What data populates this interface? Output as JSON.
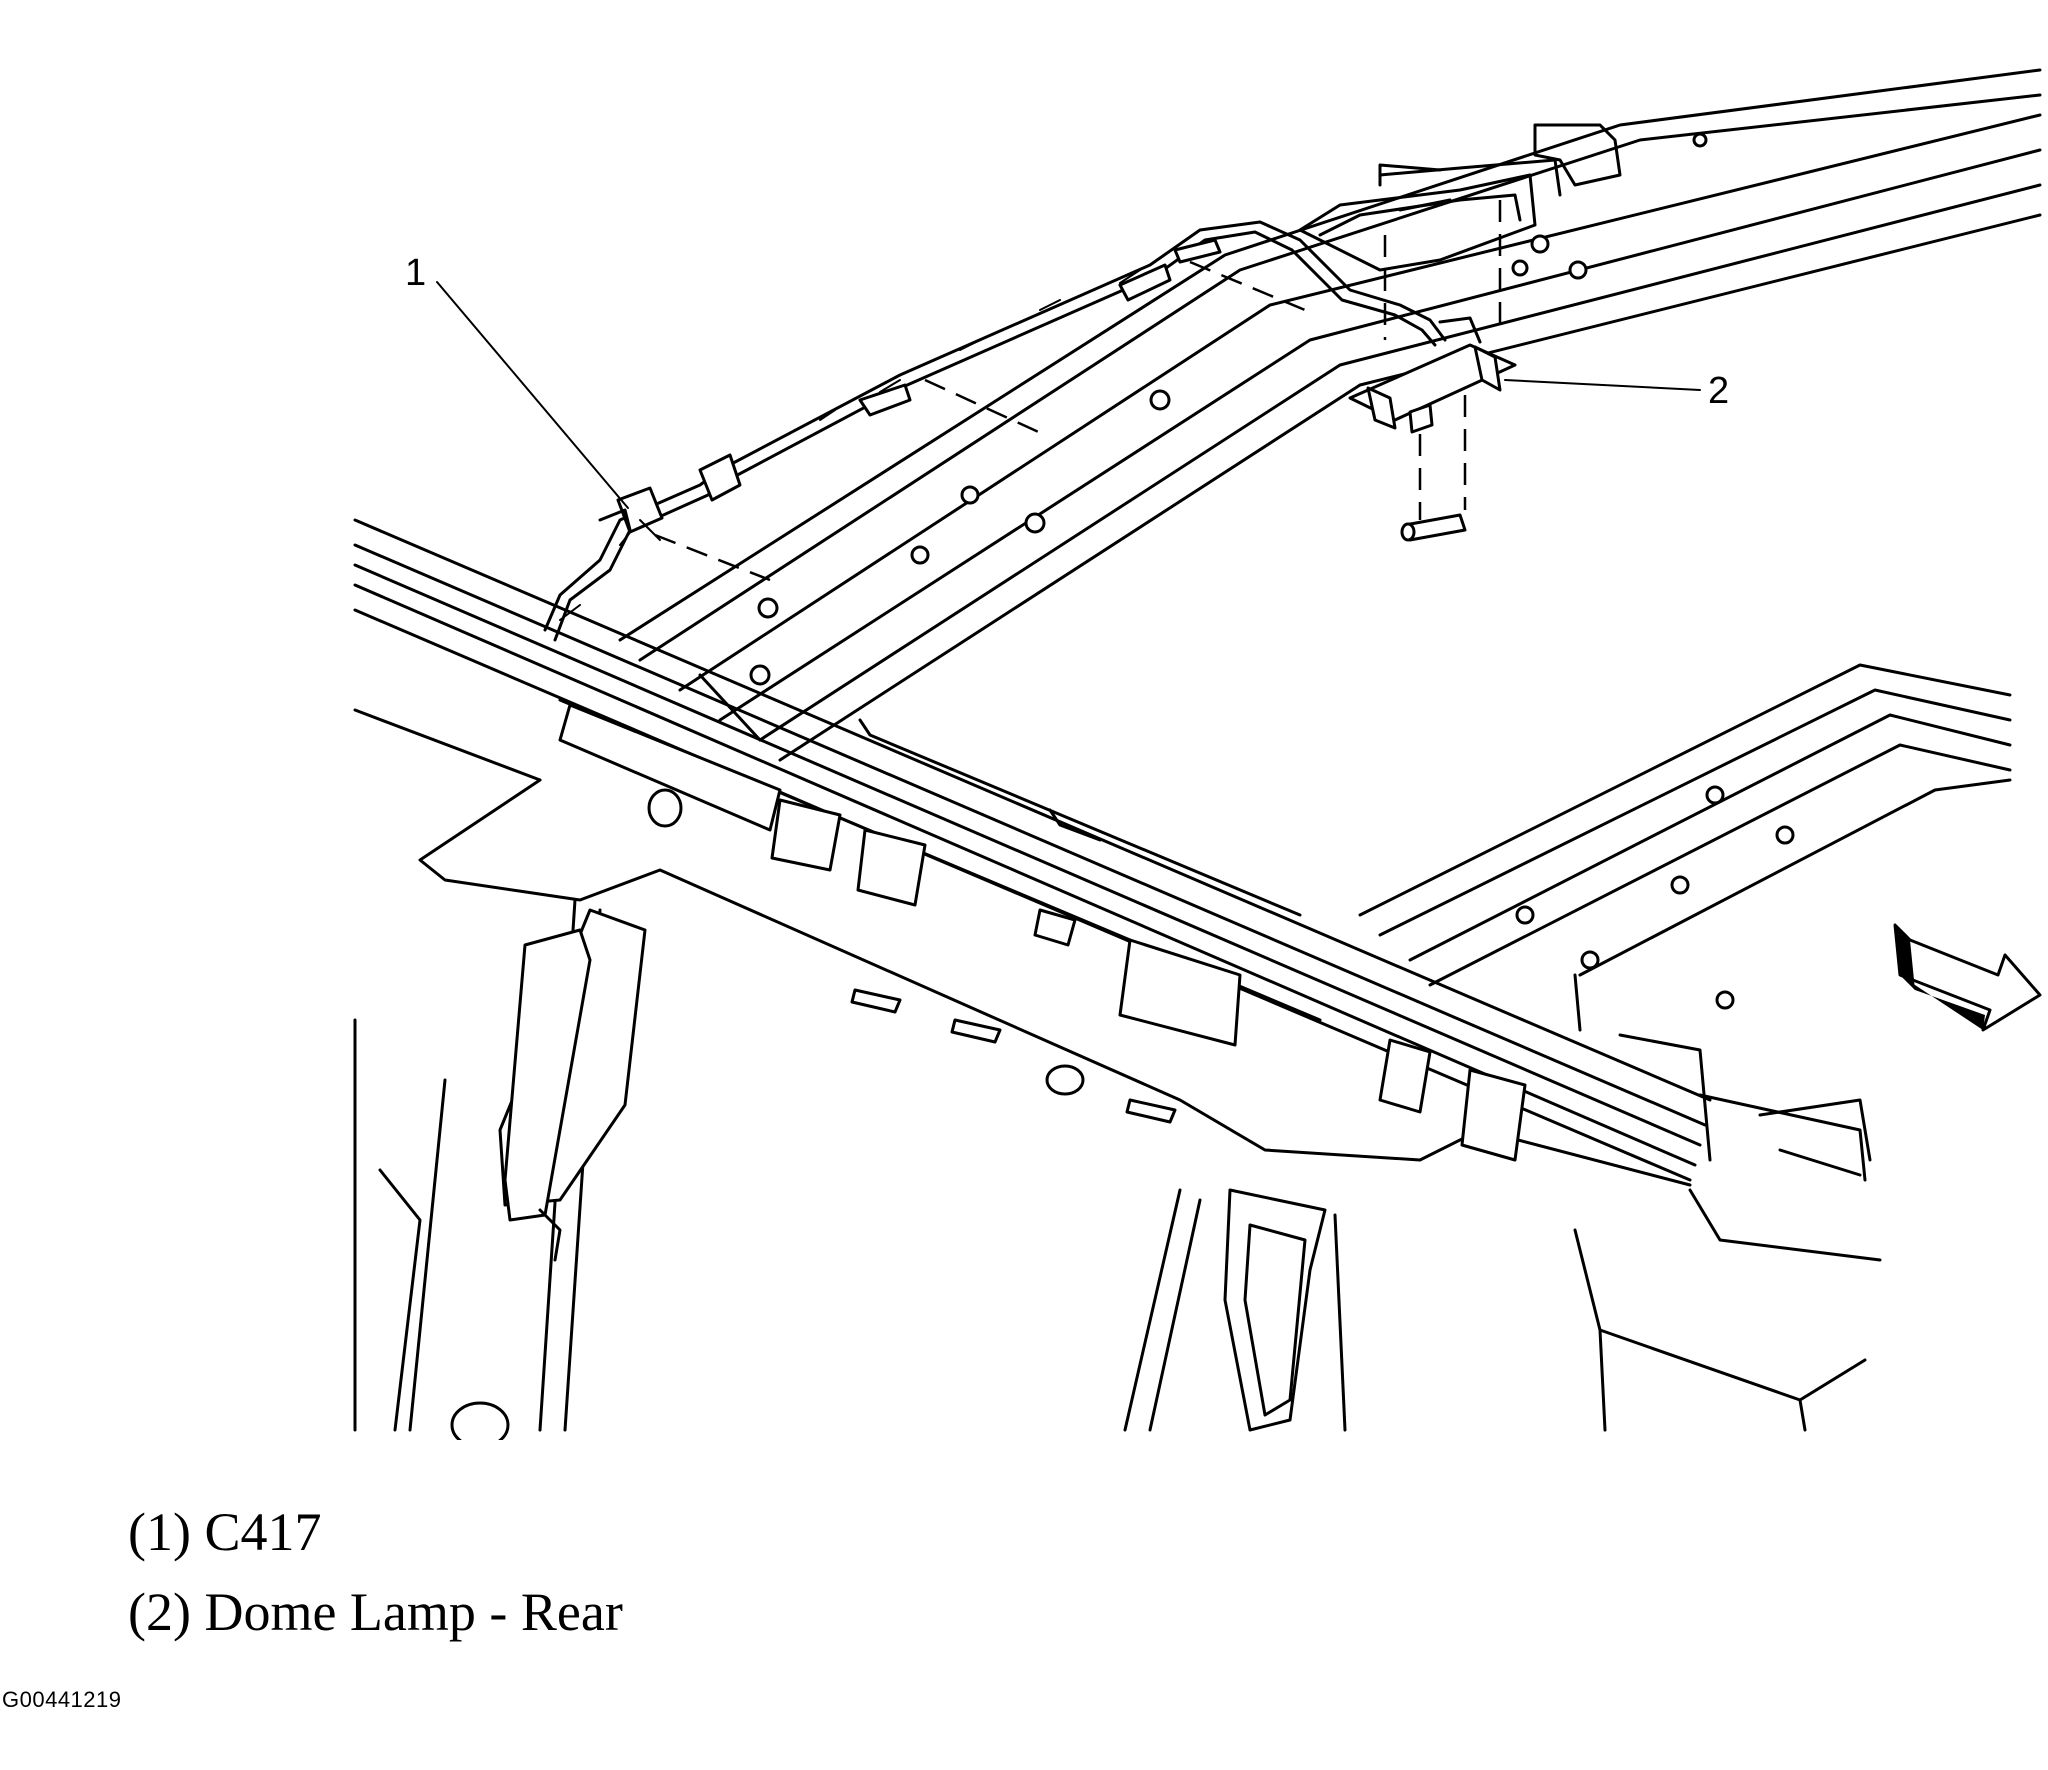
{
  "callouts": {
    "c1": "1",
    "c2": "2"
  },
  "legend": {
    "item1": "(1) C417",
    "item2": "(2) Dome Lamp - Rear"
  },
  "figure_id": "G00441219",
  "icons": {
    "direction_arrow": "forward-arrow-icon"
  }
}
